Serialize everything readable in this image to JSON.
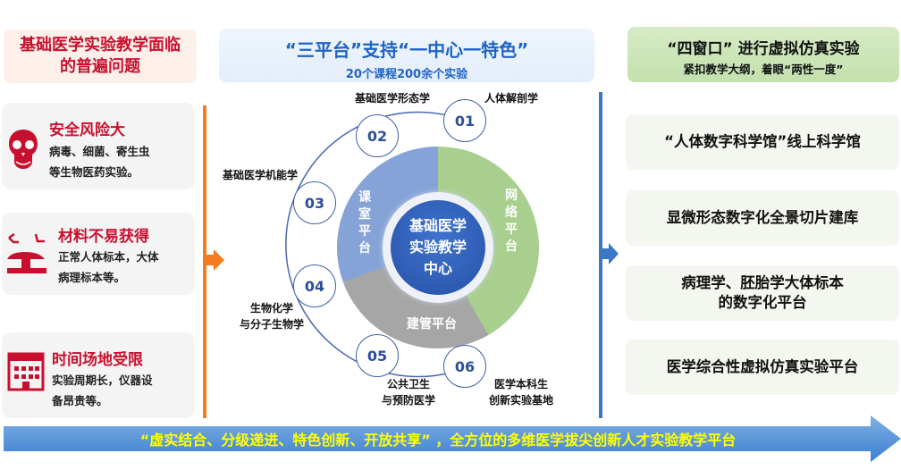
{
  "left": {
    "title": [
      "基础医学实验教学面临",
      "的普遍问题"
    ],
    "cards": [
      {
        "icon": "skull-icon",
        "title": "安全风险大",
        "lines": [
          "病毒、细菌、寄生虫",
          "等生物医药实验。"
        ]
      },
      {
        "icon": "dissection-table-icon",
        "title": "材料不易获得",
        "lines": [
          "正常人体标本，大体",
          "病理标本等。"
        ]
      },
      {
        "icon": "building-icon",
        "title": "时间场地受限",
        "lines": [
          "实验周期长，仪器设",
          "备昂贵等。"
        ]
      }
    ]
  },
  "center": {
    "title": "“三平台”支持“一中心一特色”",
    "subtitle": "20个课程200余个实验",
    "core": [
      "基础医学",
      "实验教学",
      "中心"
    ],
    "platforms": {
      "classroom": [
        "课",
        "室",
        "平",
        "台"
      ],
      "network": [
        "网",
        "络",
        "平",
        "台"
      ],
      "management": "建管平台"
    },
    "nodes": [
      {
        "num": "01",
        "label": [
          "人体解剖学"
        ]
      },
      {
        "num": "02",
        "label": [
          "基础医学形态学"
        ]
      },
      {
        "num": "03",
        "label": [
          "基础医学机能学"
        ]
      },
      {
        "num": "04",
        "label": [
          "生物化学",
          "与分子生物学"
        ]
      },
      {
        "num": "05",
        "label": [
          "公共卫生",
          "与预防医学"
        ]
      },
      {
        "num": "06",
        "label": [
          "医学本科生",
          "创新实验基地"
        ]
      }
    ]
  },
  "right": {
    "title": "“四窗口” 进行虚拟仿真实验",
    "subtitle": "紧扣教学大纲，着眼“两性一度”",
    "items": [
      [
        "“人体数字科学馆”线上科学馆"
      ],
      [
        "显微形态数字化全景切片建库"
      ],
      [
        "病理学、胚胎学大体标本",
        "的数字化平台"
      ],
      [
        "医学综合性虚拟仿真实验平台"
      ]
    ]
  },
  "bottom": "“虚实结合、分级递进、特色创新、开放共享” ，全方位的多维医学拔尖创新人才实验教学平台",
  "colors": {
    "red": "#c8102e",
    "orange": "#f47b20",
    "blue": "#3a78c3",
    "yellow": "#ffff00"
  }
}
